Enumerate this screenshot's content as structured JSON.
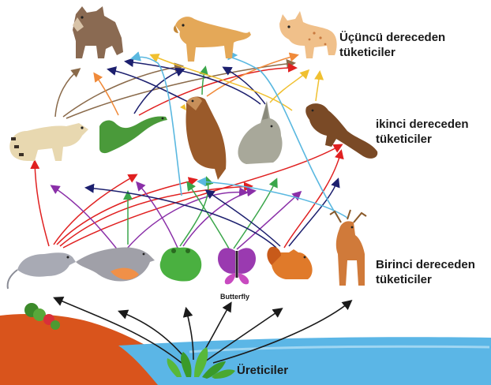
{
  "labels": {
    "third_line1": "Üçüncü dereceden",
    "third_line2": "tüketiciler",
    "second_line1": "ikinci dereceden",
    "second_line2": "tüketiciler",
    "first_line1": "Birinci dereceden",
    "first_line2": "tüketiciler",
    "producers": "Üreticiler",
    "butterfly": "Butterfly"
  },
  "organisms": {
    "tertiary": [
      "wolf",
      "cougar",
      "lynx"
    ],
    "secondary": [
      "civet",
      "lizard",
      "hawk",
      "rabbit",
      "marten"
    ],
    "primary": [
      "mouse",
      "bird",
      "frog",
      "butterfly",
      "squirrel",
      "deer"
    ],
    "producers": [
      "plants"
    ]
  },
  "colors": {
    "sky_land": "#d9541c",
    "water": "#5bb6e6",
    "arrow_black": "#1a1a1a",
    "arrow_red": "#e02020",
    "arrow_purple": "#8a2fa8",
    "arrow_green": "#3aa64a",
    "arrow_navy": "#1c1f6e",
    "arrow_brown": "#8a6a4a",
    "arrow_lightblue": "#5ab8e0",
    "arrow_orange": "#f08a3a",
    "arrow_gold": "#f0c030"
  }
}
